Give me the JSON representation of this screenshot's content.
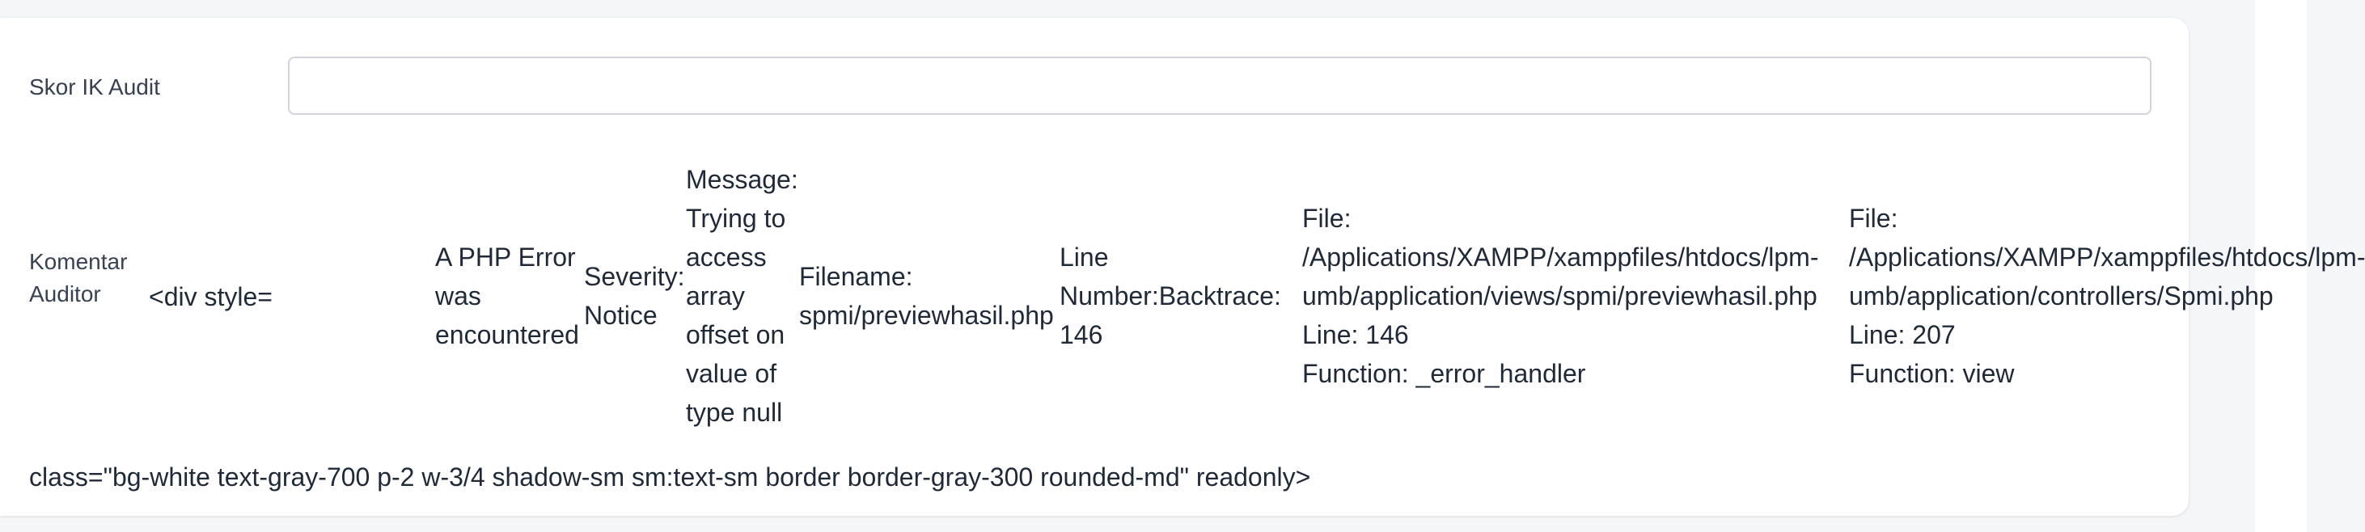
{
  "form": {
    "skor_label": "Skor IK Audit",
    "skor_value": "",
    "komentar_label": "Komentar Auditor"
  },
  "php_error": {
    "div_fragment": "<div style=",
    "title": "A PHP Error\nwas\nencountered",
    "severity": "Severity:\nNotice",
    "message": "Message:\nTrying to\naccess\narray\noffset on\nvalue of\ntype null",
    "filename": "Filename:\nspmi/previewhasil.php",
    "line_number": "Line\nNumber:Backtrace:\n146",
    "backtrace": [
      {
        "text": "File:\n/Applications/XAMPP/xamppfiles/htdocs/lpm-\numb/application/views/spmi/previewhasil.php\nLine: 146\nFunction: _error_handler"
      },
      {
        "text": "File:\n/Applications/XAMPP/xamppfiles/htdocs/lpm-\numb/application/controllers/Spmi.php\nLine: 207\nFunction: view"
      }
    ],
    "class_fragment": "class=\"bg-white text-gray-700 p-2 w-3/4 shadow-sm sm:text-sm border border-gray-300 rounded-md\" readonly>"
  }
}
